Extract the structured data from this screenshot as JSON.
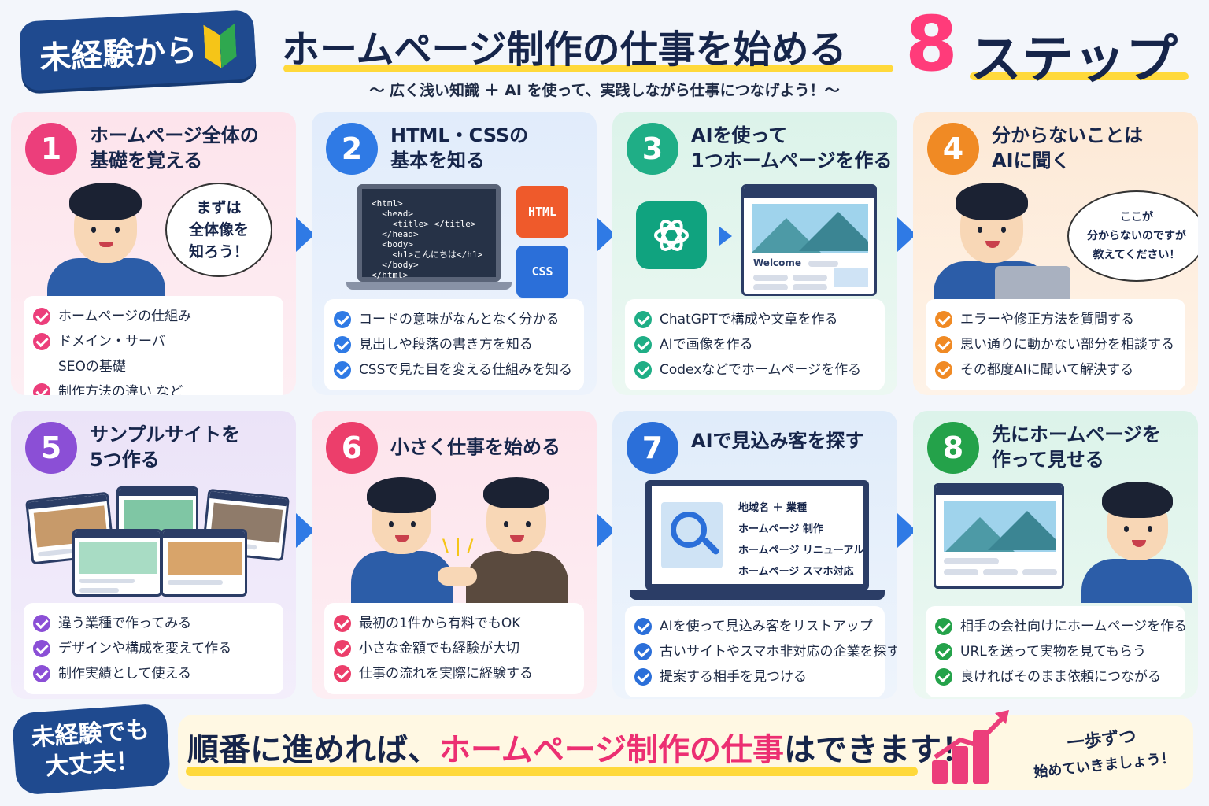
{
  "header": {
    "badge": "未経験から",
    "title": "ホームページ制作の仕事を始める",
    "steps_number": "8",
    "steps_word": "ステップ",
    "subtitle": "〜 広く浅い知識 ＋ AI を使って、実践しながら仕事につなげよう！〜"
  },
  "steps": [
    {
      "number": "1",
      "title": [
        "ホームページ全体の",
        "基礎を覚える"
      ],
      "bubble": [
        "まずは",
        "全体像を",
        "知ろう！"
      ],
      "items": [
        "ホームページの仕組み",
        "ドメイン・サーバ",
        "SEOの基礎",
        "制作方法の違い など"
      ],
      "color": "#ec3e7b"
    },
    {
      "number": "2",
      "title": [
        "HTML・CSSの",
        "基本を知る"
      ],
      "code": [
        "<html>",
        "  <head>",
        "    <title> </title>",
        "  </head>",
        "  <body>",
        "    <h1>こんにちは</h1>",
        "  </body>",
        "</html>"
      ],
      "book_html": "HTML",
      "book_css": "CSS",
      "items": [
        "コードの意味がなんとなく分かる",
        "見出しや段落の書き方を知る",
        "CSSで見た目を変える仕組みを知る"
      ],
      "color": "#2f7ae5"
    },
    {
      "number": "3",
      "title": [
        "AIを使って",
        "1つホームページを作る"
      ],
      "welcome": "Welcome",
      "items": [
        "ChatGPTで構成や文章を作る",
        "AIで画像を作る",
        "Codexなどでホームページを作る"
      ],
      "color": "#1fae86"
    },
    {
      "number": "4",
      "title": [
        "分からないことは",
        "AIに聞く"
      ],
      "bubble": [
        "ここが",
        "分からないのですが",
        "教えてください！"
      ],
      "items": [
        "エラーや修正方法を質問する",
        "思い通りに動かない部分を相談する",
        "その都度AIに聞いて解決する"
      ],
      "color": "#f08a24"
    },
    {
      "number": "5",
      "title": [
        "サンプルサイトを",
        "5つ作る"
      ],
      "items": [
        "違う業種で作ってみる",
        "デザインや構成を変えて作る",
        "制作実績として使える"
      ],
      "color": "#8b4fd6"
    },
    {
      "number": "6",
      "title": [
        "小さく仕事を始める"
      ],
      "items": [
        "最初の1件から有料でもOK",
        "小さな金額でも経験が大切",
        "仕事の流れを実際に経験する"
      ],
      "color": "#ec3e6b"
    },
    {
      "number": "7",
      "title": [
        "AIで見込み客を探す"
      ],
      "search_terms": [
        "地域名 ＋ 業種",
        "ホームページ 制作",
        "ホームページ リニューアル",
        "ホームページ スマホ対応"
      ],
      "items": [
        "AIを使って見込み客をリストアップ",
        "古いサイトやスマホ非対応の企業を探す",
        "提案する相手を見つける"
      ],
      "color": "#2b6fd9"
    },
    {
      "number": "8",
      "title": [
        "先にホームページを",
        "作って見せる"
      ],
      "items": [
        "相手の会社向けにホームページを作る",
        "URLを送って実物を見てもらう",
        "良ければそのまま依頼につながる"
      ],
      "color": "#24a24a"
    }
  ],
  "footer": {
    "badge": [
      "未経験でも",
      "大丈夫！"
    ],
    "message_pre": "順番に進めれば、",
    "message_hl": "ホームページ制作の仕事",
    "message_post": "はできます！",
    "side_a": "一歩ずつ",
    "side_b": "始めていきましょう！"
  }
}
